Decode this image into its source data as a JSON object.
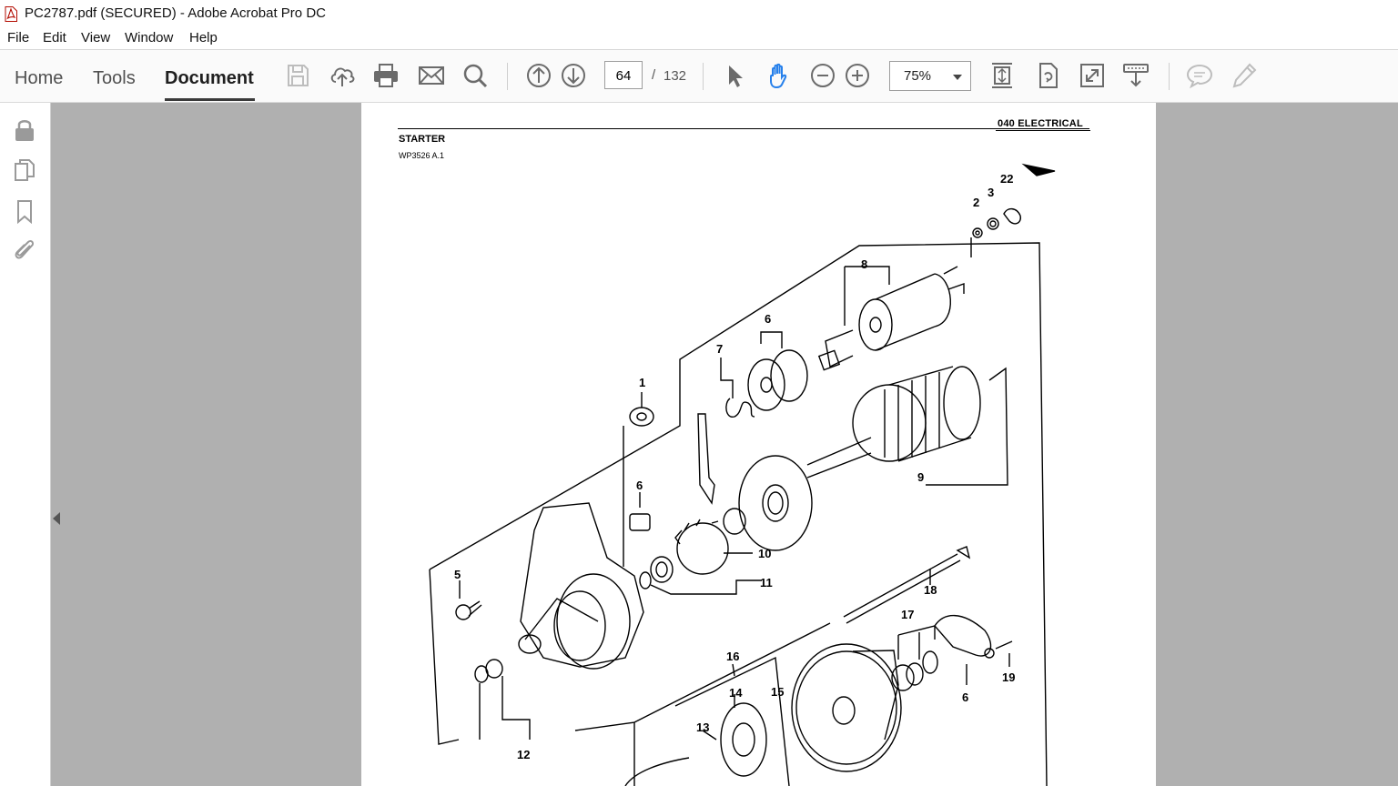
{
  "window": {
    "title": "PC2787.pdf (SECURED) - Adobe Acrobat Pro DC",
    "app_icon": "pdf-icon"
  },
  "menu": [
    "File",
    "Edit",
    "View",
    "Window",
    "Help"
  ],
  "tabs": [
    "Home",
    "Tools",
    "Document"
  ],
  "active_tab": "Document",
  "toolbar": {
    "icons": [
      "save-icon",
      "upload-icon",
      "print-icon",
      "email-icon",
      "search-icon",
      "previous-page-icon",
      "next-page-icon",
      "select-cursor-icon",
      "hand-tool-icon",
      "zoom-out-icon",
      "zoom-in-icon",
      "fit-page-icon",
      "rotate-icon",
      "full-screen-icon",
      "read-mode-icon",
      "comment-icon",
      "highlight-pen-icon"
    ],
    "current_page": "64",
    "page_separator": "/",
    "total_pages": "132",
    "zoom": "75%"
  },
  "left_pane_icons": [
    "lock-icon",
    "pages-icon",
    "bookmark-icon",
    "attachment-icon"
  ],
  "document": {
    "header_right": "040  ELECTRICAL",
    "section_title": "STARTER",
    "section_code": "WP3526 A.1",
    "callouts": [
      "22",
      "2",
      "3",
      "8",
      "6",
      "7",
      "1",
      "9",
      "6",
      "10",
      "11",
      "5",
      "18",
      "17",
      "16",
      "15",
      "14",
      "13",
      "12",
      "19",
      "6"
    ]
  },
  "colors": {
    "viewer_bg": "#b0b0b0",
    "toolbar_bg": "#fafafa",
    "icon_color": "#6b6b6b",
    "hand_tool_active": "#2680eb"
  }
}
